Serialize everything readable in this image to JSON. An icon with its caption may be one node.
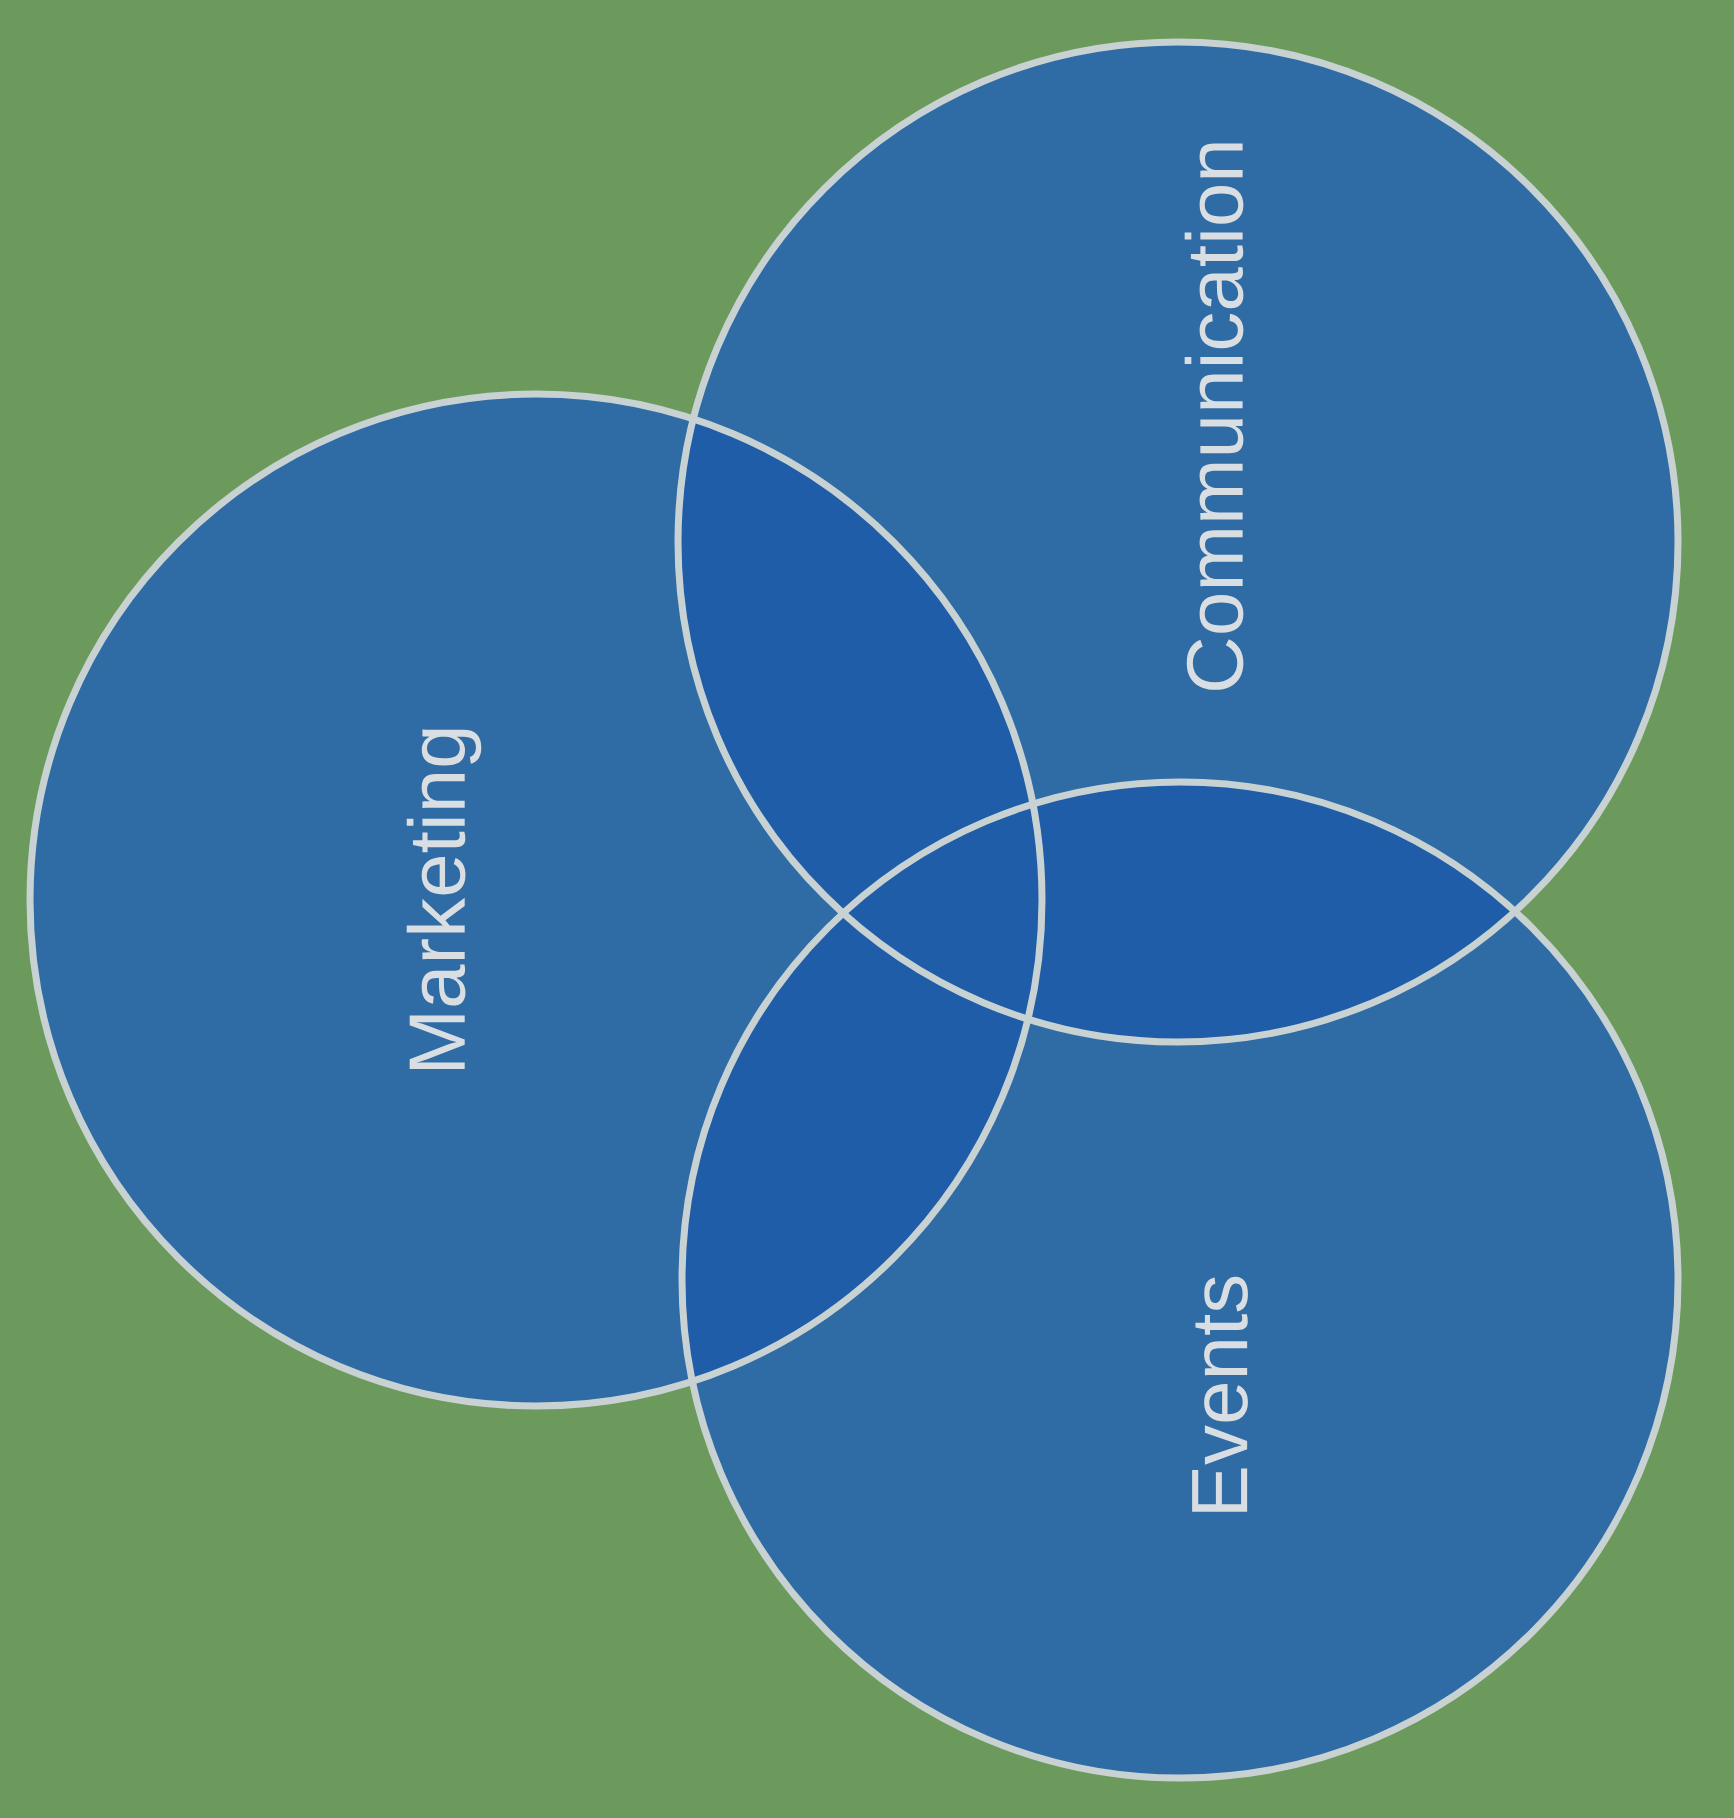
{
  "diagram": {
    "nodes": [
      {
        "text": [
          "Marketing"
        ]
      },
      {
        "text": [
          "Communication"
        ]
      },
      {
        "text": [
          "Events"
        ]
      }
    ]
  }
}
